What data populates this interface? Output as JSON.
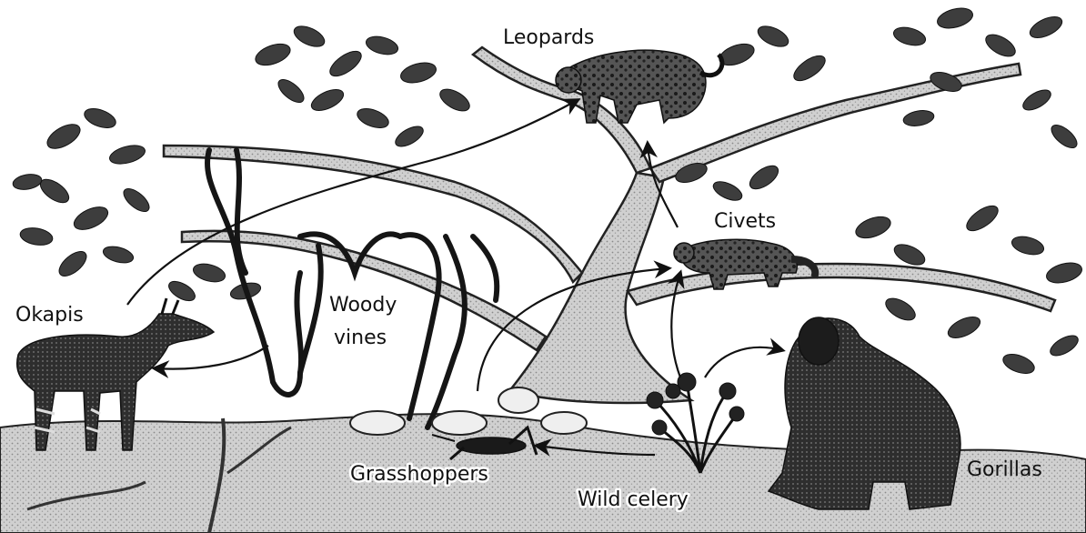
{
  "labels": {
    "leopards": "Leopards",
    "civets": "Civets",
    "okapis": "Okapis",
    "woody_vines_line1": "Woody",
    "woody_vines_line2": "vines",
    "grasshoppers": "Grasshoppers",
    "wild_celery": "Wild celery",
    "gorillas": "Gorillas"
  },
  "colors": {
    "ground": "#c9c9c9",
    "trunk": "#bdbdbd",
    "foliage": "#3d3d3d",
    "animal": "#2b2b2b",
    "ink": "#111111"
  },
  "icons": [
    "leopard-icon",
    "civet-icon",
    "okapi-icon",
    "gorilla-icon",
    "grasshopper-icon",
    "wild-celery-icon",
    "woody-vine-icon"
  ]
}
